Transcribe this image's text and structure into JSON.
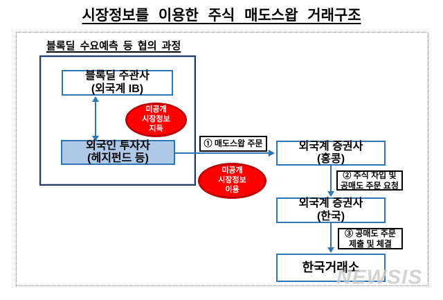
{
  "title": "시장정보를 이용한 주식 매도스왑 거래구조",
  "watermark": "NEWSIS",
  "diagram": {
    "group_label": "블록딜 수요예측 등 협의 과정",
    "nodes": {
      "arranger": {
        "line1": "블록딜 주관사",
        "line2": "(외국계 IB)"
      },
      "investor": {
        "line1": "외국인 투자자",
        "line2": "(헤지펀드 등)"
      },
      "broker_hk": {
        "line1": "외국계 증권사",
        "line2": "(홍콩)"
      },
      "broker_kr": {
        "line1": "외국계 증권사",
        "line2": "(한국)"
      },
      "exchange": {
        "line1": "한국거래소"
      }
    },
    "ellipses": {
      "acquire": {
        "line1": "미공개",
        "line2": "시장정보",
        "line3": "지득"
      },
      "use": {
        "line1": "미공개",
        "line2": "시장정보",
        "line3": "이용"
      }
    },
    "steps": {
      "step1": {
        "line1": "① 매도스왑 주문"
      },
      "step2": {
        "line1": "② 주식 차입 및",
        "line2": "공매도 주문 요청"
      },
      "step3": {
        "line1": "③ 공매도 주문",
        "line2": "제출 및 체결"
      }
    },
    "colors": {
      "box_border_blue": "#2E75B6",
      "group_border_navy": "#1F3864",
      "investor_fill": "#AEC9E8",
      "ellipse_fill": "#FF0000",
      "ellipse_border": "#C00000",
      "arrow_blue": "#2E75B6",
      "label_border_black": "#000000",
      "outer_frame_dotted_gray": "#8F8F8F",
      "watermark_gray": "#C9C9C9"
    }
  }
}
